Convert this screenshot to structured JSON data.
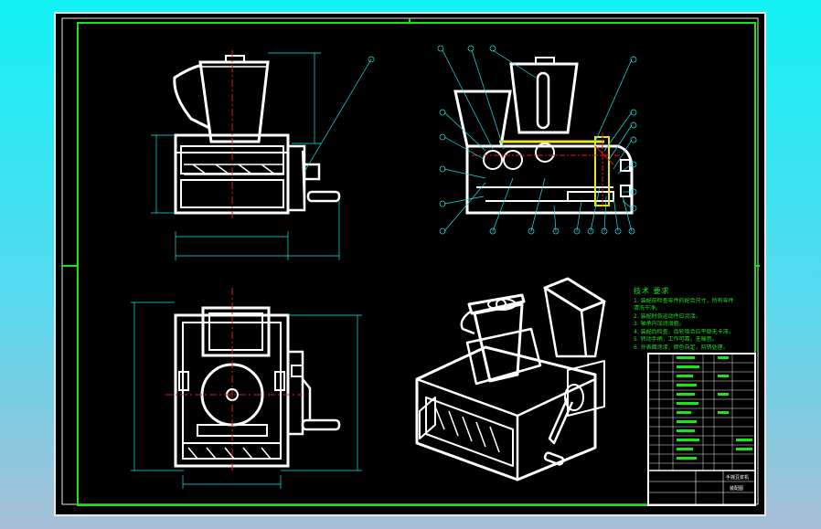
{
  "tech_notes": {
    "title": "技术 要求",
    "lines": [
      "1. 装配前检查零件的配合尺寸，所有零件",
      "   清洗干净。",
      "2. 装配时各运动件应灵活。",
      "3. 轴承内加润滑脂。",
      "4. 装配后检查，齿轮啮合应平稳无卡滞。",
      "5. 转动手柄，工作可靠，无噪音。",
      "6. 外表面涂漆，颜色自定，防锈处理。"
    ]
  },
  "title_block": {
    "drawing_name": "手摇豆浆机",
    "drawing_number": "装配图"
  },
  "colors": {
    "frame_green": "#19e619",
    "line_white": "#ffffff",
    "dim_cyan": "#19e6e6",
    "center_red": "#e61919",
    "highlight_yellow": "#e6e619",
    "sheet_black": "#000000"
  }
}
